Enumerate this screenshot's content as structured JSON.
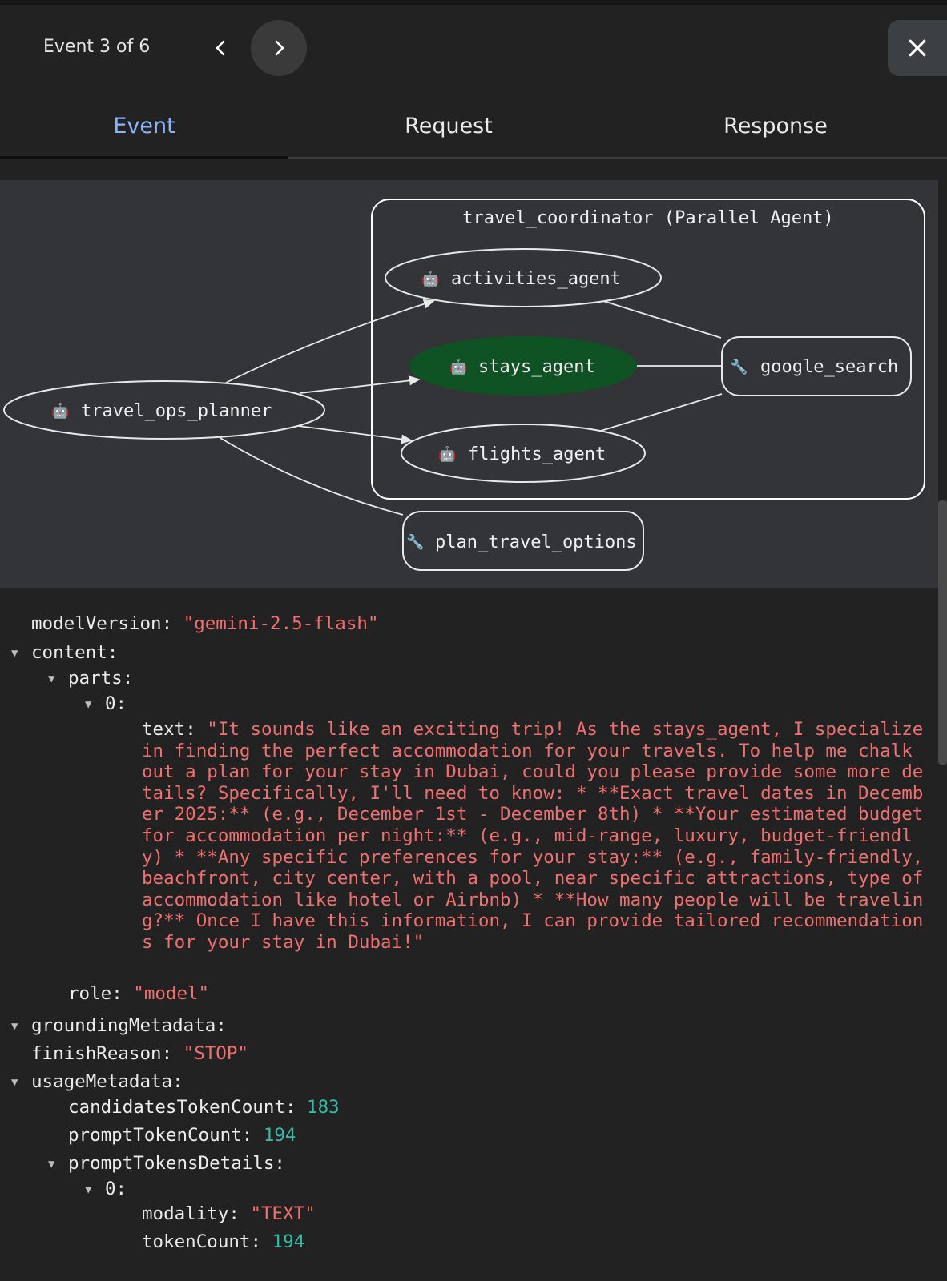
{
  "header": {
    "event_counter": "Event 3 of 6",
    "prev_icon": "chevron-left-icon",
    "next_icon": "chevron-right-icon",
    "close_icon": "close-icon"
  },
  "tabs": [
    {
      "label": "Event",
      "active": true
    },
    {
      "label": "Request",
      "active": false
    },
    {
      "label": "Response",
      "active": false
    }
  ],
  "graph": {
    "cluster_label": "travel_coordinator (Parallel Agent)",
    "agent_icon": "🤖",
    "tool_icon": "🔧",
    "nodes": {
      "planner": "travel_ops_planner",
      "activities": "activities_agent",
      "stays": "stays_agent",
      "flights": "flights_agent",
      "google_search": "google_search",
      "plan_travel": "plan_travel_options"
    },
    "active_node": "stays_agent",
    "active_color": "#0f5223"
  },
  "json": {
    "modelVersion_key": "modelVersion",
    "modelVersion_val": "\"gemini-2.5-flash\"",
    "content_key": "content",
    "parts_key": "parts",
    "index0": "0",
    "text_key": "text",
    "text_val": "\"It sounds like an exciting trip! As the stays_agent, I specialize in finding the perfect accommodation for your travels. To help me chalk out a plan for your stay in Dubai, could you please provide some more details? Specifically, I'll need to know: * **Exact travel dates in December 2025:** (e.g., December 1st - December 8th) * **Your estimated budget for accommodation per night:** (e.g., mid-range, luxury, budget-friendly) * **Any specific preferences for your stay:** (e.g., family-friendly, beachfront, city center, with a pool, near specific attractions, type of accommodation like hotel or Airbnb) * **How many people will be traveling?** Once I have this information, I can provide tailored recommendations for your stay in Dubai!\"",
    "role_key": "role",
    "role_val": "\"model\"",
    "grounding_key": "groundingMetadata",
    "finish_key": "finishReason",
    "finish_val": "\"STOP\"",
    "usage_key": "usageMetadata",
    "candidates_key": "candidatesTokenCount",
    "candidates_val": "183",
    "prompt_key": "promptTokenCount",
    "prompt_val": "194",
    "ptd_key": "promptTokensDetails",
    "modality_key": "modality",
    "modality_val": "\"TEXT\"",
    "tokencount_key": "tokenCount",
    "tokencount_val": "194"
  }
}
